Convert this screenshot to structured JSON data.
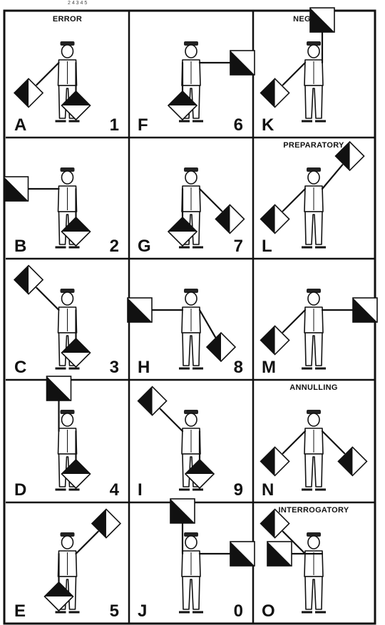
{
  "top_scrap_text": "2 4 3 4 5",
  "colors": {
    "ink": "#111111",
    "paper": "#ffffff"
  },
  "cells": [
    {
      "letter": "A",
      "number": "1",
      "caption": "ERROR"
    },
    {
      "letter": "F",
      "number": "6",
      "caption": ""
    },
    {
      "letter": "K",
      "number": "",
      "caption": "NEGATIVE"
    },
    {
      "letter": "B",
      "number": "2",
      "caption": ""
    },
    {
      "letter": "G",
      "number": "7",
      "caption": ""
    },
    {
      "letter": "L",
      "number": "",
      "caption": "PREPARATORY"
    },
    {
      "letter": "C",
      "number": "3",
      "caption": ""
    },
    {
      "letter": "H",
      "number": "8",
      "caption": ""
    },
    {
      "letter": "M",
      "number": "",
      "caption": ""
    },
    {
      "letter": "D",
      "number": "4",
      "caption": ""
    },
    {
      "letter": "I",
      "number": "9",
      "caption": ""
    },
    {
      "letter": "N",
      "number": "",
      "caption": "ANNULLING"
    },
    {
      "letter": "E",
      "number": "5",
      "caption": ""
    },
    {
      "letter": "J",
      "number": "0",
      "caption": ""
    },
    {
      "letter": "O",
      "number": "",
      "caption": "INTERROGATORY"
    }
  ]
}
